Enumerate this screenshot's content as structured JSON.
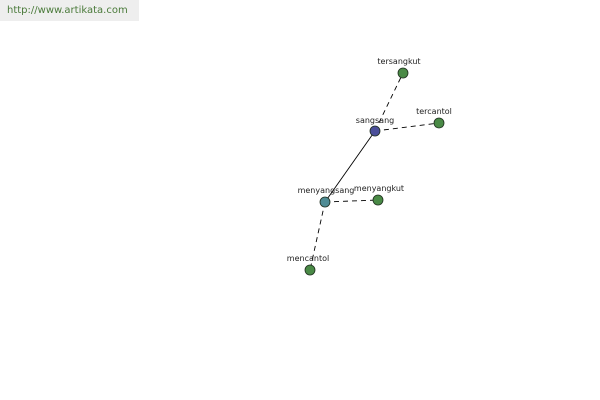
{
  "watermark": {
    "text": "http://www.artikata.com"
  },
  "colors": {
    "root_node": "#4b4f9a",
    "mid_node": "#4f8c95",
    "leaf_node": "#4a8a46",
    "node_stroke": "#1e2e1e",
    "edge": "#000000"
  },
  "graph": {
    "nodes": [
      {
        "id": "sangsang",
        "label": "sangsang",
        "kind": "root"
      },
      {
        "id": "tersangkut",
        "label": "tersangkut",
        "kind": "leaf"
      },
      {
        "id": "tercantol",
        "label": "tercantol",
        "kind": "leaf"
      },
      {
        "id": "menyangsang",
        "label": "menyangsang",
        "kind": "mid"
      },
      {
        "id": "menyangkut",
        "label": "menyangkut",
        "kind": "leaf"
      },
      {
        "id": "mencantol",
        "label": "mencantol",
        "kind": "leaf"
      }
    ],
    "edges": [
      {
        "from": "sangsang",
        "to": "tersangkut",
        "style": "dashed"
      },
      {
        "from": "sangsang",
        "to": "tercantol",
        "style": "dashed"
      },
      {
        "from": "sangsang",
        "to": "menyangsang",
        "style": "solid"
      },
      {
        "from": "menyangsang",
        "to": "menyangkut",
        "style": "dashed"
      },
      {
        "from": "menyangsang",
        "to": "mencantol",
        "style": "dashed"
      }
    ]
  }
}
